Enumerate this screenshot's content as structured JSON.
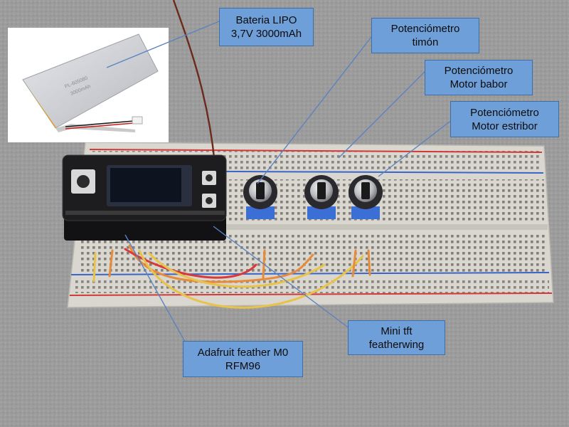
{
  "labels": {
    "battery": {
      "line1": "Bateria LIPO",
      "line2": "3,7V 3000mAh"
    },
    "pot_rudder": {
      "line1": "Potenciómetro",
      "line2": "timón"
    },
    "pot_port": {
      "line1": "Potenciómetro",
      "line2": "Motor babor"
    },
    "pot_starboard": {
      "line1": "Potenciómetro",
      "line2": "Motor estribor"
    },
    "display": {
      "line1": "Mini tft",
      "line2": "featherwing"
    },
    "feather": {
      "line1": "Adafruit feather M0",
      "line2": "RFM96"
    }
  },
  "battery_print": {
    "line1": "PL-605080",
    "line2": "3000mAh"
  },
  "colors": {
    "background": "#9a9a9a",
    "breadboard": "#d9d7cf",
    "callout_fill": "#6f9fd8",
    "callout_border": "#3e6ea8",
    "leader_line": "#5b83c0",
    "rail_red": "#d23a3a",
    "rail_blue": "#3a66c8",
    "wire_yellow": "#e9c24a",
    "wire_orange": "#e88a3a",
    "wire_red": "#d83a3a",
    "wire_brown": "#6b2a1a",
    "battery_body": "#cfd1d6",
    "battery_tab": "#e6a21c",
    "feather_pcb": "#1d1d1f",
    "tft_screen": "#0d1420",
    "pot_body": "#2a2a2e",
    "pot_base": "#3b6fd6"
  }
}
